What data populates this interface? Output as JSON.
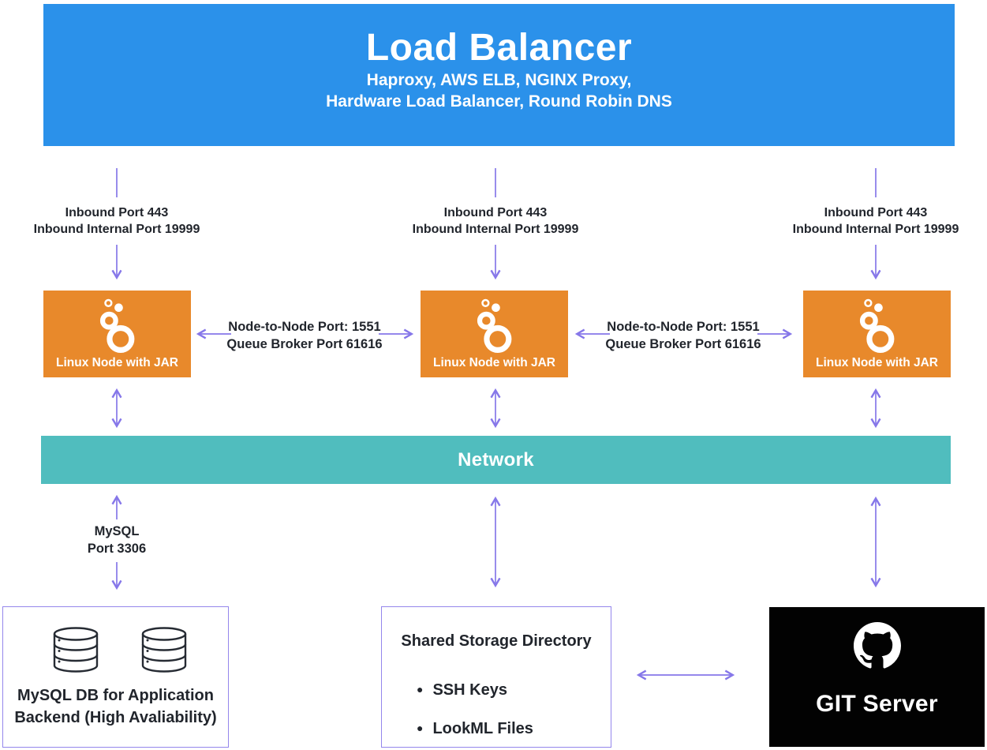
{
  "colors": {
    "blue": "#2b91ea",
    "orange": "#e8892b",
    "teal": "#50bdbe",
    "purple": "#8677e9",
    "purple_light": "#a89af1",
    "ink": "#21252c",
    "git_black": "#020202"
  },
  "load_balancer": {
    "title": "Load Balancer",
    "subtitle_line1": "Haproxy, AWS ELB, NGINX Proxy,",
    "subtitle_line2": "Hardware Load Balancer, Round Robin DNS"
  },
  "inbound_label": {
    "line1": "Inbound Port 443",
    "line2": "Inbound Internal Port 19999"
  },
  "node_link_label": {
    "line1": "Node-to-Node Port: 1551",
    "line2": "Queue Broker Port 61616"
  },
  "node_label": "Linux Node with JAR",
  "network_label": "Network",
  "mysql_link_label": {
    "line1": "MySQL",
    "line2": "Port 3306"
  },
  "mysql_box": {
    "line1": "MySQL DB for Application",
    "line2": "Backend (High Avaliability)"
  },
  "storage_box": {
    "title": "Shared Storage Directory",
    "items": [
      "SSH Keys",
      "LookML Files"
    ]
  },
  "git_box": {
    "label": "GIT Server"
  },
  "icons": {
    "node": "looker-bubbles-icon",
    "database": "database-cylinder-icon",
    "git": "github-octocat-icon",
    "connectors": "purple-arrow-lines"
  }
}
